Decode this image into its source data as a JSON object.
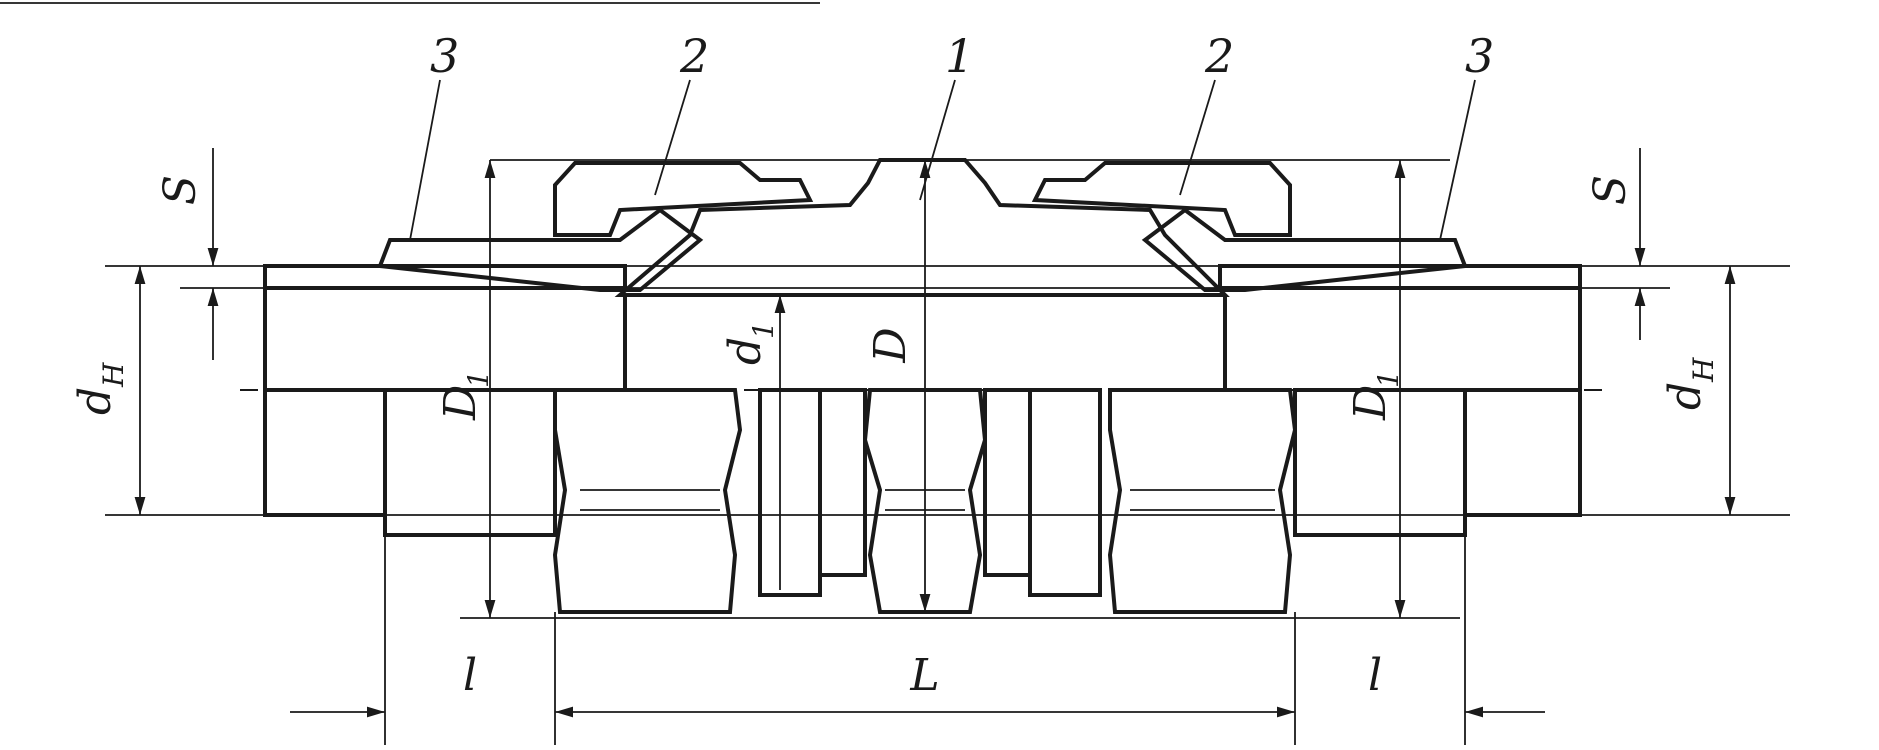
{
  "callouts": {
    "left_3": "3",
    "left_2": "2",
    "center_1": "1",
    "right_2": "2",
    "right_3": "3"
  },
  "dimensions": {
    "s_left": "S",
    "s_right": "S",
    "dn_left": {
      "main": "d",
      "sub": "H"
    },
    "dn_right": {
      "main": "d",
      "sub": "H"
    },
    "d1_left": {
      "main": "D",
      "sub": "1"
    },
    "d1_right": {
      "main": "D",
      "sub": "1"
    },
    "d1_small": {
      "main": "d",
      "sub": "1"
    },
    "D": "D",
    "l_left": "l",
    "L": "L",
    "l_right": "l"
  }
}
